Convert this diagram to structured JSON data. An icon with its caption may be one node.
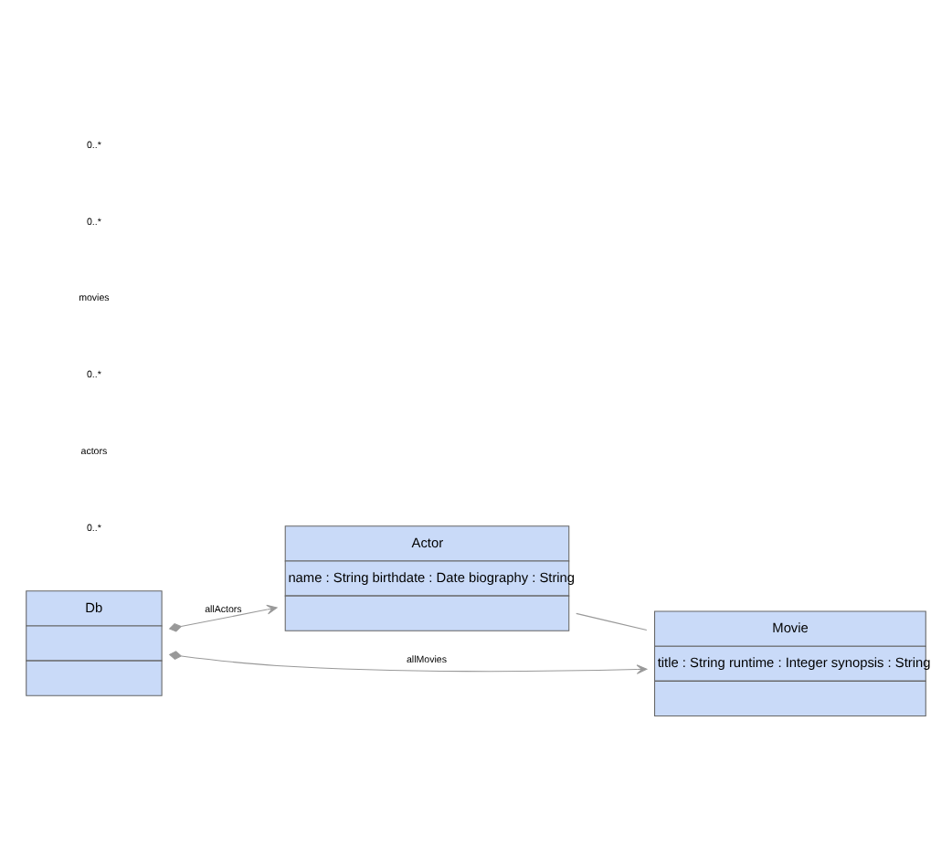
{
  "diagram": {
    "nodes": [
      {
        "text": [
          "Actor",
          "name : String birthdate : Date biography : String"
        ]
      },
      {
        "text": [
          "Db"
        ]
      },
      {
        "text": [
          "Movie",
          "title : String runtime : Integer synopsis : String"
        ]
      }
    ],
    "edges": [
      {
        "from": 1,
        "to": 0,
        "arrow": "to",
        "label": "allActors"
      },
      {
        "from": 0,
        "to": 2,
        "arrow": "none"
      },
      {
        "from": 1,
        "to": 2,
        "arrow": "to",
        "label": "allMovies"
      }
    ],
    "labels": [
      "0..*",
      "actors",
      "0..*",
      "movies",
      "0..*",
      "0..*"
    ]
  }
}
